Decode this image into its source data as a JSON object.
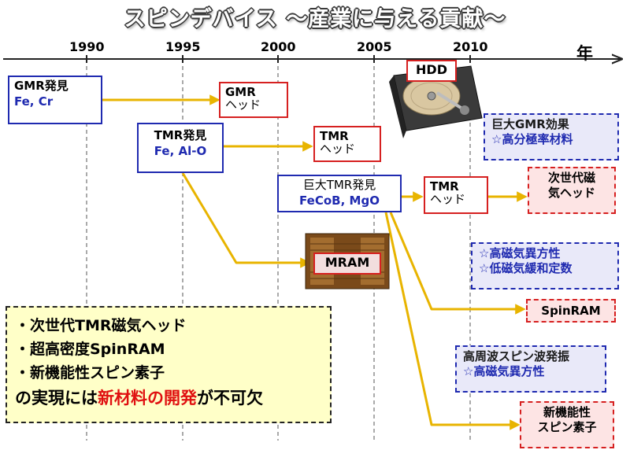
{
  "title": "スピンデバイス 〜産業に与える貢献〜",
  "timeline": {
    "years": [
      "1990",
      "1995",
      "2000",
      "2005",
      "2010"
    ],
    "unit": "年"
  },
  "nodes": {
    "gmr_discovery": {
      "title": "GMR発見",
      "materials": "Fe, Cr"
    },
    "gmr_head": {
      "title": "GMR",
      "subtitle": "ヘッド"
    },
    "tmr_discovery": {
      "title": "TMR発見",
      "materials": "Fe, Al-O"
    },
    "tmr_head_1": {
      "title": "TMR",
      "subtitle": "ヘッド"
    },
    "giant_tmr_discovery": {
      "title": "巨大TMR発見",
      "materials": "FeCoB, MgO"
    },
    "tmr_head_2": {
      "title": "TMR",
      "subtitle": "ヘッド"
    },
    "hdd": {
      "label": "HDD"
    },
    "mram": {
      "label": "MRAM"
    }
  },
  "requirements": {
    "giant_gmr": {
      "line1": "巨大GMR効果",
      "line2": "☆高分極率材料"
    },
    "magnetic_anisotropy": {
      "line1": "☆高磁気異方性",
      "line2": "☆低磁気緩和定数"
    },
    "high_freq": {
      "line1": "高周波スピン波発振",
      "line2": "☆高磁気異方性"
    }
  },
  "outcomes": {
    "next_gen_head": {
      "line1": "次世代磁",
      "line2": "気ヘッド"
    },
    "spinram": {
      "label": "SpinRAM"
    },
    "new_spin_device": {
      "line1": "新機能性",
      "line2": "スピン素子"
    }
  },
  "summary": {
    "items": [
      "・次世代TMR磁気ヘッド",
      "・超高密度SpinRAM",
      "・新機能性スピン素子"
    ],
    "conclusion_prefix": "の実現には",
    "conclusion_highlight": "新材料の開発",
    "conclusion_suffix": "が不可欠"
  },
  "colors": {
    "arrow": "#e8b400",
    "red_border": "#d62020",
    "blue_border": "#1f2ab0",
    "summary_bg": "#ffffc8"
  }
}
